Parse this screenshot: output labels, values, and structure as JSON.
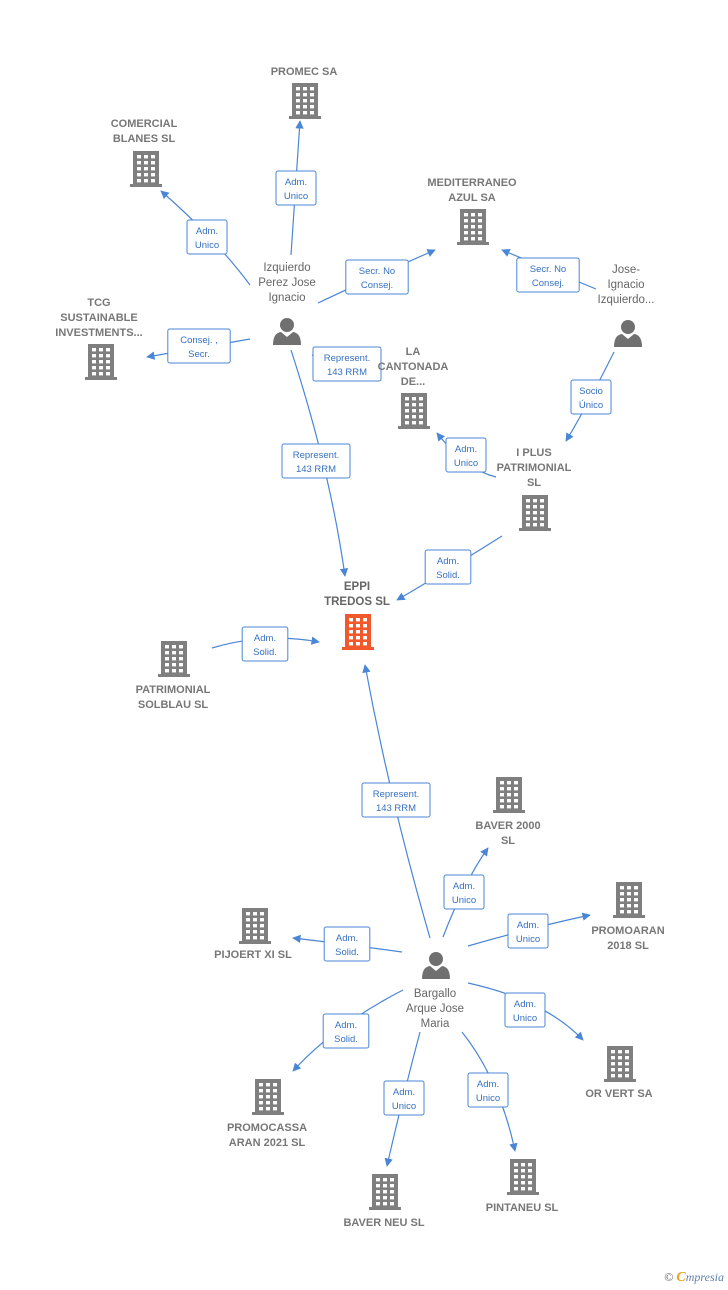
{
  "colors": {
    "company": "#7f7f7f",
    "main_company": "#f0592b",
    "person": "#707070",
    "edge": "#4a86d6"
  },
  "nodes": [
    {
      "id": "eppi",
      "type": "company",
      "main": true,
      "label": [
        "EPPI",
        "TREDOS  SL"
      ]
    },
    {
      "id": "promec",
      "type": "company",
      "label": [
        "PROMEC SA"
      ]
    },
    {
      "id": "comercial",
      "type": "company",
      "label": [
        "COMERCIAL",
        "BLANES SL"
      ]
    },
    {
      "id": "mediterraneo",
      "type": "company",
      "label": [
        "MEDITERRANEO",
        "AZUL SA"
      ]
    },
    {
      "id": "tcg",
      "type": "company",
      "label": [
        "TCG",
        "SUSTAINABLE",
        "INVESTMENTS..."
      ]
    },
    {
      "id": "izquierdo",
      "type": "person",
      "label": [
        "Izquierdo",
        "Perez Jose",
        "Ignacio"
      ]
    },
    {
      "id": "joseignacio",
      "type": "person",
      "label": [
        "Jose-",
        "Ignacio",
        "Izquierdo..."
      ]
    },
    {
      "id": "lacantonada",
      "type": "company",
      "label": [
        "LA",
        "CANTONADA",
        "DE..."
      ]
    },
    {
      "id": "iplus",
      "type": "company",
      "label": [
        "I PLUS",
        "PATRIMONIAL",
        "SL"
      ]
    },
    {
      "id": "solblau",
      "type": "company",
      "label": [
        "PATRIMONIAL",
        "SOLBLAU  SL"
      ]
    },
    {
      "id": "baver2000",
      "type": "company",
      "label": [
        "BAVER 2000",
        "SL"
      ]
    },
    {
      "id": "promoaran",
      "type": "company",
      "label": [
        "PROMOARAN",
        "2018  SL"
      ]
    },
    {
      "id": "pijoert",
      "type": "company",
      "label": [
        "PIJOERT XI SL"
      ]
    },
    {
      "id": "bargallo",
      "type": "person",
      "label": [
        "Bargallo",
        "Arque Jose",
        "Maria"
      ]
    },
    {
      "id": "orvert",
      "type": "company",
      "label": [
        "OR VERT SA"
      ]
    },
    {
      "id": "promocassa",
      "type": "company",
      "label": [
        "PROMOCASSA",
        "ARAN 2021  SL"
      ]
    },
    {
      "id": "baverneu",
      "type": "company",
      "label": [
        "BAVER NEU  SL"
      ]
    },
    {
      "id": "pintaneu",
      "type": "company",
      "label": [
        "PINTANEU  SL"
      ]
    }
  ],
  "edges": [
    {
      "from": "izquierdo",
      "to": "promec",
      "label": [
        "Adm.",
        "Unico"
      ]
    },
    {
      "from": "izquierdo",
      "to": "comercial",
      "label": [
        "Adm.",
        "Unico"
      ]
    },
    {
      "from": "izquierdo",
      "to": "mediterraneo",
      "label": [
        "Secr.  No",
        "Consej."
      ]
    },
    {
      "from": "izquierdo",
      "to": "tcg",
      "label": [
        "Consej. ,",
        "Secr."
      ]
    },
    {
      "from": "izquierdo",
      "to": "eppi",
      "label": [
        "Represent.",
        "143 RRM"
      ]
    },
    {
      "from": "izquierdo",
      "to": "lacantonada",
      "label": [
        "Represent.",
        "143 RRM"
      ]
    },
    {
      "from": "joseignacio",
      "to": "mediterraneo",
      "label": [
        "Secr.  No",
        "Consej."
      ]
    },
    {
      "from": "joseignacio",
      "to": "iplus",
      "label": [
        "Socio",
        "Único"
      ]
    },
    {
      "from": "iplus",
      "to": "lacantonada",
      "label": [
        "Adm.",
        "Unico"
      ]
    },
    {
      "from": "iplus",
      "to": "eppi",
      "label": [
        "Adm.",
        "Solid."
      ]
    },
    {
      "from": "solblau",
      "to": "eppi",
      "label": [
        "Adm.",
        "Solid."
      ]
    },
    {
      "from": "bargallo",
      "to": "eppi",
      "label": [
        "Represent.",
        "143 RRM"
      ]
    },
    {
      "from": "bargallo",
      "to": "baver2000",
      "label": [
        "Adm.",
        "Unico"
      ]
    },
    {
      "from": "bargallo",
      "to": "promoaran",
      "label": [
        "Adm.",
        "Unico"
      ]
    },
    {
      "from": "bargallo",
      "to": "pijoert",
      "label": [
        "Adm.",
        "Solid."
      ]
    },
    {
      "from": "bargallo",
      "to": "orvert",
      "label": [
        "Adm.",
        "Unico"
      ]
    },
    {
      "from": "bargallo",
      "to": "promocassa",
      "label": [
        "Adm.",
        "Solid."
      ]
    },
    {
      "from": "bargallo",
      "to": "baverneu",
      "label": [
        "Adm.",
        "Unico"
      ]
    },
    {
      "from": "bargallo",
      "to": "pintaneu",
      "label": [
        "Adm.",
        "Unico"
      ]
    }
  ],
  "footer": {
    "copyright": "©",
    "brand_first": "C",
    "brand_rest": "mpresia"
  }
}
